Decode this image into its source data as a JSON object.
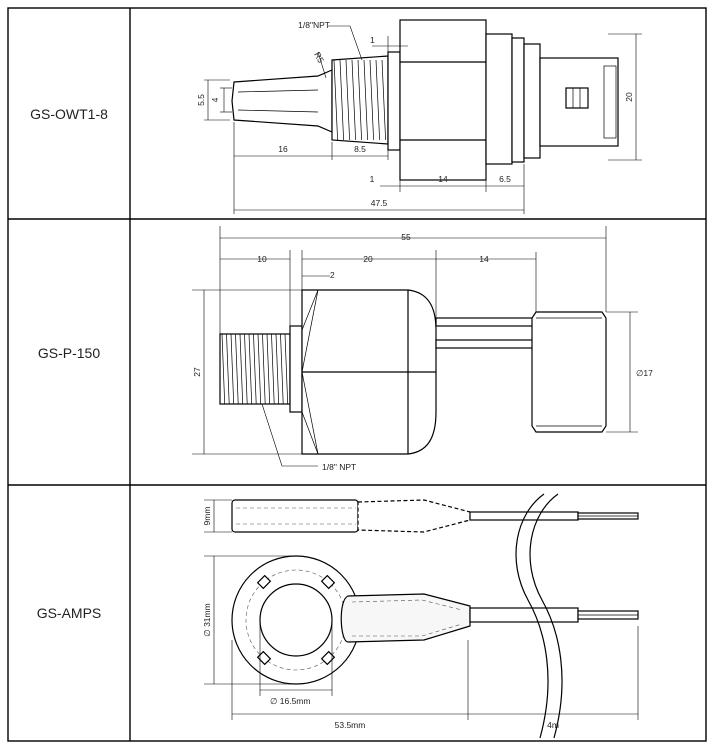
{
  "rows": [
    {
      "model": "GS-OWT1-8",
      "dims": {
        "thread": "1/8\"NPT",
        "radius": "R5",
        "pitch": "1",
        "tip_height_outer": "5.5",
        "tip_height_inner": "4",
        "probe_length": "16",
        "thread_length": "8.5",
        "flange": "1",
        "hex_width": "14",
        "connector_depth": "6.5",
        "total_length": "47.5",
        "height": "20"
      }
    },
    {
      "model": "GS-P-150",
      "dims": {
        "total_length": "55",
        "thread_length": "10",
        "collar": "2",
        "hex_length": "20",
        "cable_length": "14",
        "height": "27",
        "cap_diameter": "∅17",
        "thread": "1/8\" NPT"
      }
    },
    {
      "model": "GS-AMPS",
      "dims": {
        "thickness": "9mm",
        "outer_diameter": "∅ 31mm",
        "inner_diameter": "∅ 16.5mm",
        "body_length": "53.5mm",
        "cable_length": "4m"
      }
    }
  ]
}
